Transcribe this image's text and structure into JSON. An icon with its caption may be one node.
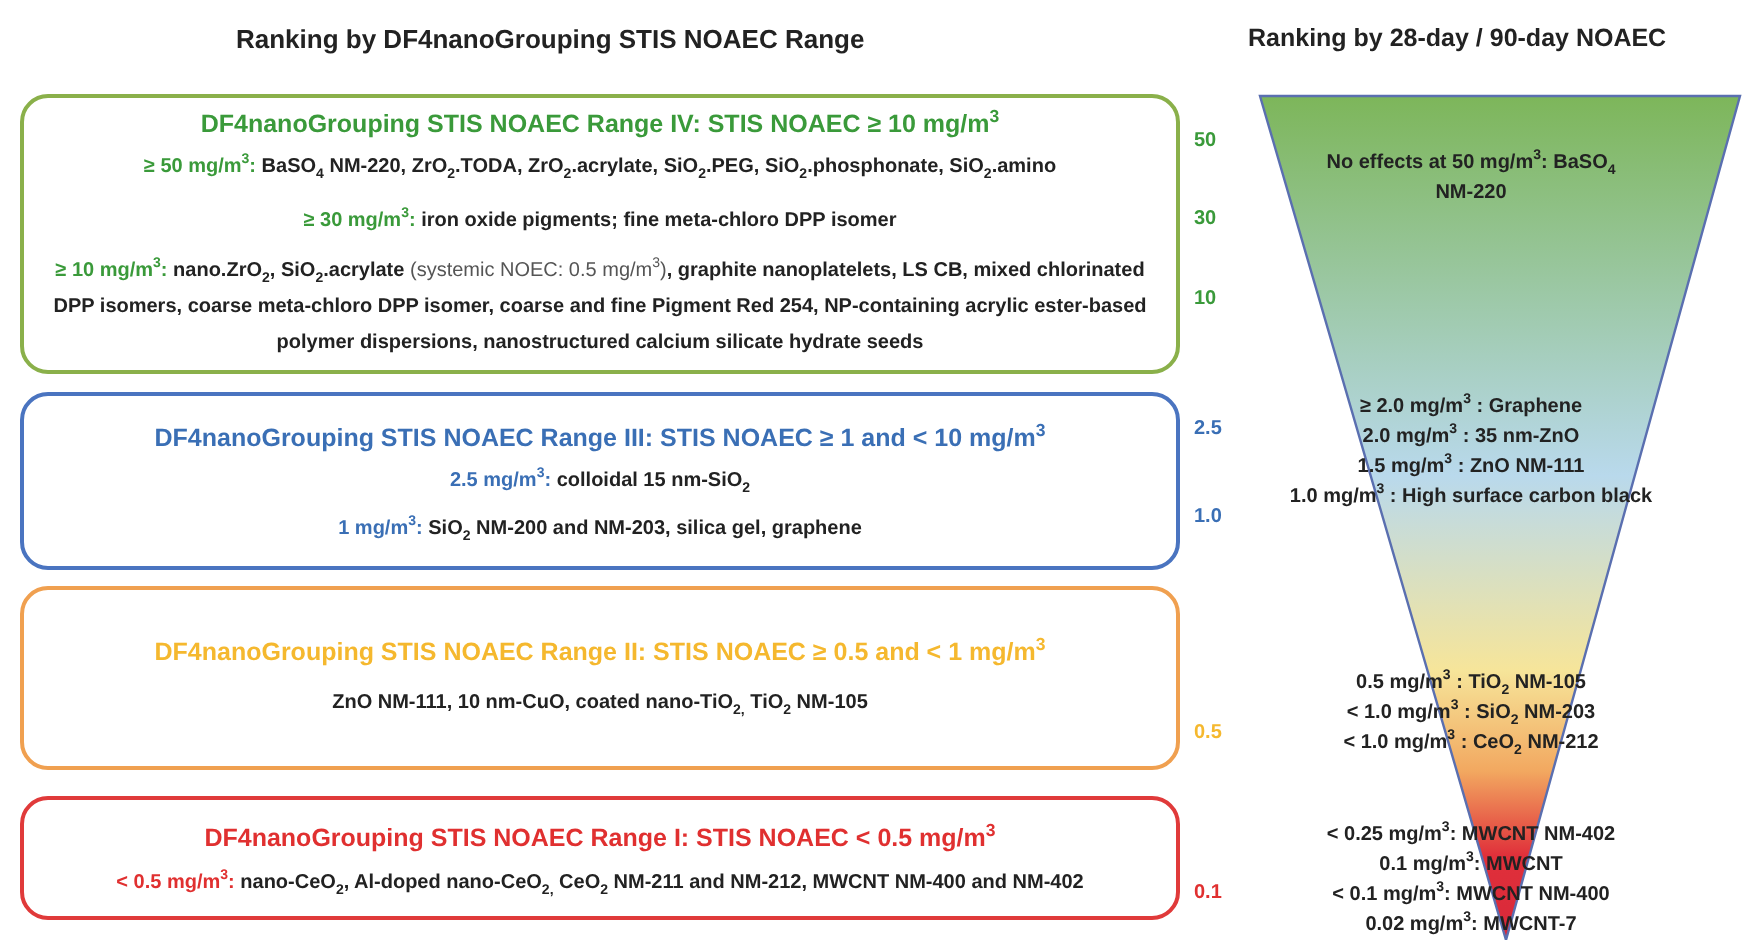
{
  "diagram": {
    "nodes": [
      {
        "text": [
          "DF4nanoGrouping STIS NOAEC Range IV: STIS NOAEC ≥ 10 mg/m$^{3}$",
          "≥ 50 mg/m$^{3}$: BaSO$_{4}$ NM-220, ZrO$_{2}$.TODA, ZrO$_{2}$.acrylate, SiO$_{2}$.PEG, SiO$_{2}$.phosphonate, SiO$_{2}$.amino",
          "≥ 30 mg/m$^{3}$: iron oxide pigments; fine meta-chloro DPP isomer",
          "≥ 10 mg/m$^{3}$: nano.ZrO$_{2}$, SiO$_{2}$.acrylate (systemic NOEC: 0.5 mg/m$^{3}$), graphite nanoplatelets, LS CB, mixed chlorinated DPP isomers, coarse meta-chloro DPP isomer, coarse and fine Pigment Red 254, NP-containing acrylic ester-based polymer dispersions, nanostructured calcium silicate hydrate seeds"
        ]
      },
      {
        "text": [
          "DF4nanoGrouping STIS NOAEC Range III: STIS NOAEC ≥ 1 and < 10 mg/m$^{3}$",
          "2.5 mg/m$^{3}$: colloidal 15 nm-SiO$_{2}$",
          "1 mg/m$^{3}$: SiO$_{2}$ NM-200 and NM-203, silica gel, graphene"
        ]
      },
      {
        "text": [
          "DF4nanoGrouping STIS NOAEC Range II: STIS NOAEC ≥ 0.5 and < 1 mg/m$^{3}$",
          "ZnO NM-111, 10 nm-CuO, coated nano-TiO$_{2,}$ TiO$_{2}$ NM-105"
        ]
      },
      {
        "text": [
          "DF4nanoGrouping STIS NOAEC Range I: STIS NOAEC < 0.5 mg/m$^{3}$",
          "< 0.5 mg/m$^{3}$: nano-CeO$_{2}$, Al-doped nano-CeO$_{2,}$ CeO$_{2}$ NM-211 and NM-212, MWCNT NM-400 and NM-402"
        ]
      },
      {
        "text": [
          "No effects at 50 mg/m$^{3}$: BaSO$_{4}$ NM-220",
          "≥ 2.0 mg/m$^{3}$ : Graphene",
          "2.0 mg/m$^{3}$ : 35 nm-ZnO",
          "1.5 mg/m$^{3}$ : ZnO NM-111",
          "1.0 mg/m$^{3}$ : High surface carbon black",
          "0.5 mg/m$^{3}$ : TiO$_{2}$ NM-105",
          "< 1.0 mg/m$^{3}$ : SiO$_{2}$ NM-203",
          "< 1.0 mg/m$^{3}$ : CeO$_{2}$ NM-212",
          "< 0.25 mg/m$^{3}$: MWCNT NM-402",
          "0.1 mg/m$^{3}$: MWCNT",
          "< 0.1 mg/m$^{3}$: MWCNT NM-400",
          "0.02 mg/m$^{3}$: MWCNT-7"
        ]
      }
    ],
    "labels": [
      "Ranking by DF4nanoGrouping STIS NOAEC Range",
      "Ranking by 28-day / 90-day NOAEC",
      "50",
      "30",
      "10",
      "2.5",
      "1.0",
      "0.5",
      "0.1"
    ]
  }
}
